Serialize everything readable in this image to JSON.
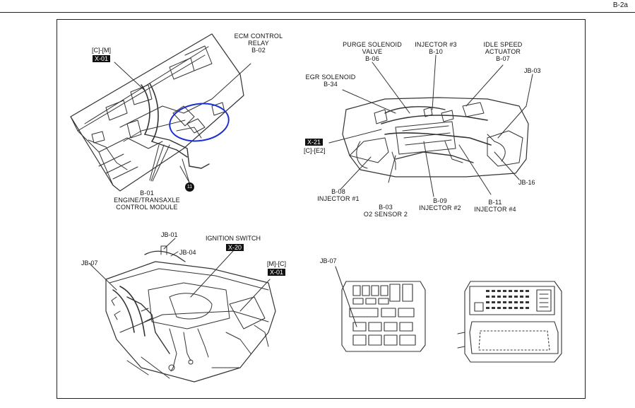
{
  "page_label": "B-2a",
  "engine_compartment": {
    "ecm_relay": {
      "line1": "ECM CONTROL",
      "line2": "RELAY",
      "code": "B-02"
    },
    "connector_cm": {
      "code": "[C]-[M]",
      "tag": "X-01"
    },
    "ecm": {
      "code": "B-01",
      "line1": "ENGINE/TRANSAXLE",
      "line2": "CONTROL MODULE"
    },
    "ground_mark": "11"
  },
  "engine_parts": {
    "purge": {
      "line1": "PURGE SOLENOID",
      "line2": "VALVE",
      "code": "B-06"
    },
    "inj3": {
      "line1": "INJECTOR #3",
      "code": "B-10"
    },
    "idle": {
      "line1": "IDLE SPEED",
      "line2": "ACTUATOR",
      "code": "B-07"
    },
    "jb03": "JB-03",
    "egr": {
      "line1": "EGR SOLENOID",
      "code": "B-34"
    },
    "x21": {
      "tag": "X-21",
      "code": "[C]-[E2]"
    },
    "jb16": "JB-16",
    "inj1": {
      "code": "B-08",
      "line1": "INJECTOR #1"
    },
    "o2": {
      "code": "B-03",
      "line1": "O2 SENSOR 2"
    },
    "inj2": {
      "code": "B-09",
      "line1": "INJECTOR #2"
    },
    "inj4": {
      "code": "B-11",
      "line1": "INJECTOR #4"
    }
  },
  "dashboard": {
    "jb01": "JB-01",
    "jb04": "JB-04",
    "jb07": "JB-07",
    "ignition": {
      "line1": "IGNITION SWITCH",
      "tag": "X-20"
    },
    "connector_mc": {
      "code": "[M]-[C]",
      "tag": "X-01"
    }
  },
  "junction_box": {
    "jb07": "JB-07"
  },
  "colors": {
    "line": "#222222",
    "highlight_circle": "#1a2fd0",
    "tag_bg": "#111111"
  }
}
